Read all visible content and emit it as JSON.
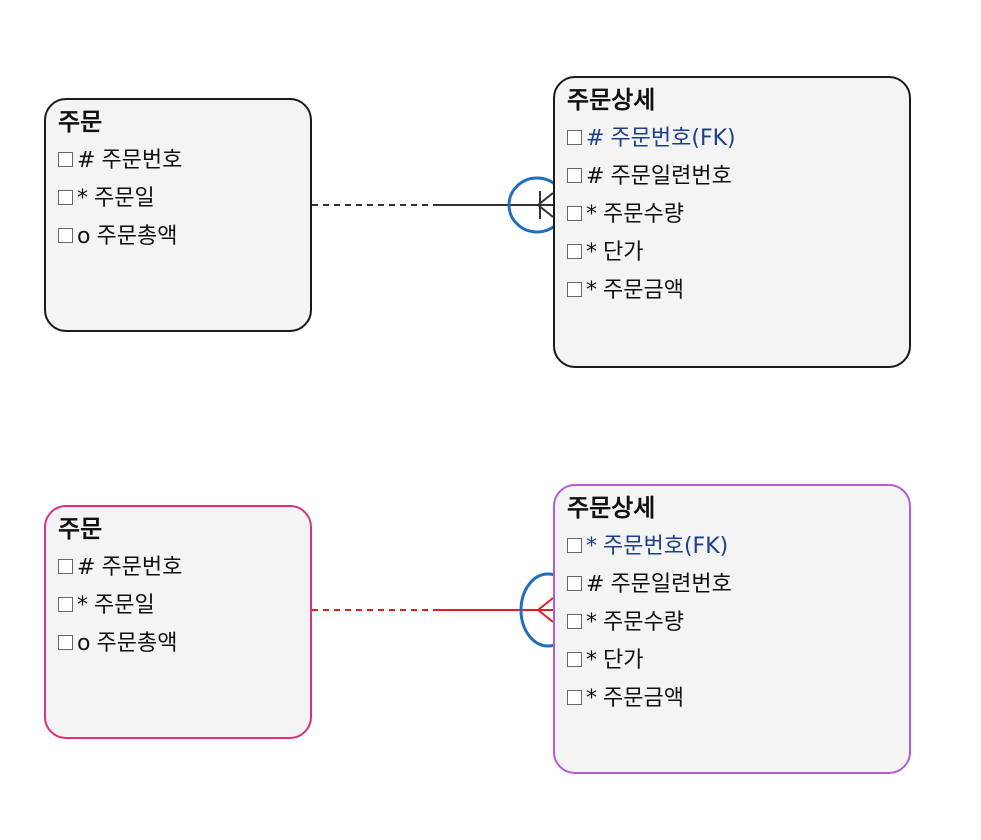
{
  "diagrams": [
    {
      "style": {
        "entity_border": "#1a1a1a",
        "line": "#333333",
        "circle_mark": "#1f6fbf",
        "key_mark": "#aa1111"
      },
      "parent": {
        "title": "주문",
        "attributes": [
          {
            "symbol": "#",
            "name": "주문번호"
          },
          {
            "symbol": "*",
            "name": "주문일"
          },
          {
            "symbol": "o",
            "name": "주문총액"
          }
        ]
      },
      "child": {
        "title": "주문상세",
        "attributes": [
          {
            "symbol": "#",
            "name": "주문번호(FK)"
          },
          {
            "symbol": "#",
            "name": "주문일련번호"
          },
          {
            "symbol": "*",
            "name": "주문수량"
          },
          {
            "symbol": "*",
            "name": "단가"
          },
          {
            "symbol": "*",
            "name": "주문금액"
          }
        ]
      }
    },
    {
      "style": {
        "entity_border_parent": "#d6337a",
        "entity_border_child": "#b25be0",
        "line": "#e02020",
        "circle_mark": "#1f6fbf",
        "key_mark": "#aa1111"
      },
      "parent": {
        "title": "주문",
        "attributes": [
          {
            "symbol": "#",
            "name": "주문번호"
          },
          {
            "symbol": "*",
            "name": "주문일"
          },
          {
            "symbol": "o",
            "name": "주문총액"
          }
        ]
      },
      "child": {
        "title": "주문상세",
        "attributes": [
          {
            "symbol": "*",
            "name": "주문번호(FK)"
          },
          {
            "symbol": "#",
            "name": "주문일련번호"
          },
          {
            "symbol": "*",
            "name": "주문수량"
          },
          {
            "symbol": "*",
            "name": "단가"
          },
          {
            "symbol": "*",
            "name": "주문금액"
          }
        ]
      }
    }
  ]
}
